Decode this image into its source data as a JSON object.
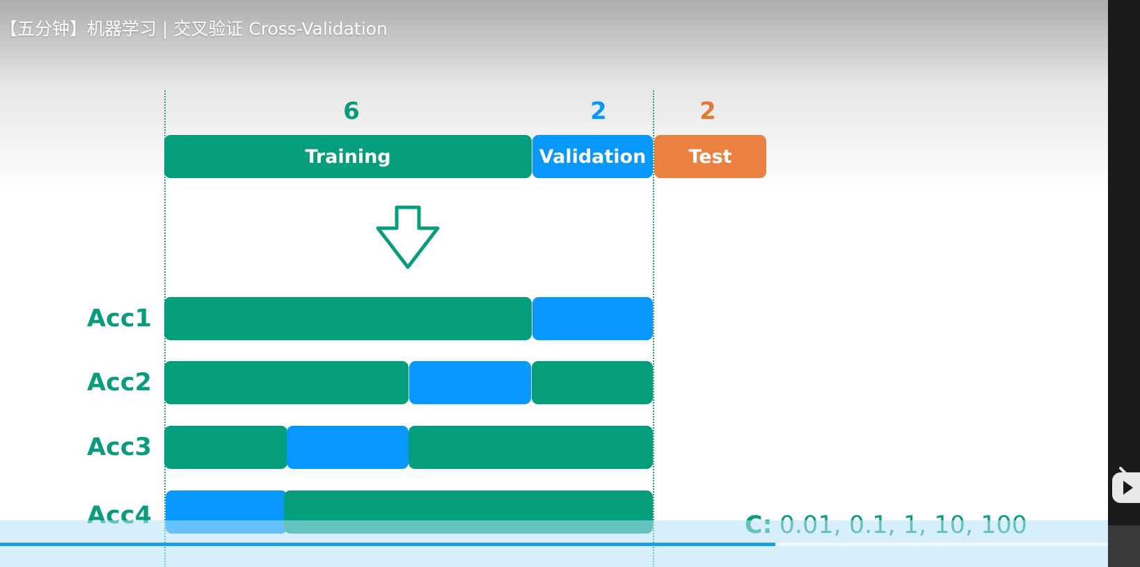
{
  "video": {
    "title": "【五分钟】机器学习 | 交叉验证 Cross-Validation",
    "progress": 0.7
  },
  "split": {
    "counts": [
      {
        "value": "6",
        "color": "#079c7c"
      },
      {
        "value": "2",
        "color": "#0797fd"
      },
      {
        "value": "2",
        "color": "#e17a36"
      }
    ],
    "labels": {
      "training": "Training",
      "validation": "Validation",
      "test": "Test"
    }
  },
  "folds": {
    "labels": [
      "Acc1",
      "Acc2",
      "Acc3",
      "Acc4"
    ]
  },
  "hyperparameter": {
    "key": "C:",
    "values": "0.01, 0.1, 1, 10, 100"
  },
  "icons": {
    "arrow": "down-arrow-icon",
    "brand": "bilibili-tv-icon"
  },
  "colors": {
    "training": "#059e7c",
    "validation": "#0797fd",
    "test": "#ea8140"
  }
}
